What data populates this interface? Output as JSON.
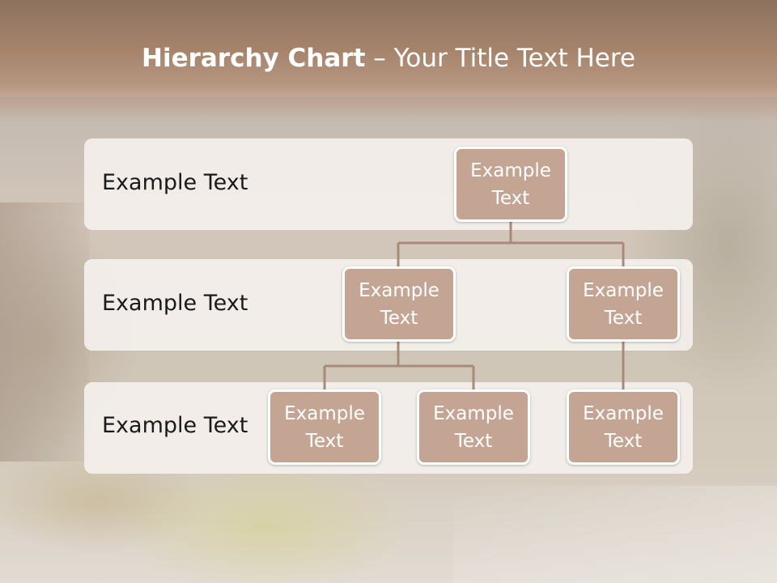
{
  "slide": {
    "title_bold": "Hierarchy Chart",
    "title_rest": " – Your Title Text Here"
  },
  "levels": [
    {
      "label": "Example Text"
    },
    {
      "label": "Example Text"
    },
    {
      "label": "Example Text"
    }
  ],
  "nodes": {
    "root": "Example Text",
    "level2_left": "Example Text",
    "level2_right": "Example Text",
    "level3_a": "Example Text",
    "level3_b": "Example Text",
    "level3_c": "Example Text"
  },
  "colors": {
    "header": "#a5836b",
    "node_fill": "#c4a593",
    "node_border": "#ffffff",
    "band_fill": "#f4f0ec",
    "connector": "#a88a78"
  }
}
